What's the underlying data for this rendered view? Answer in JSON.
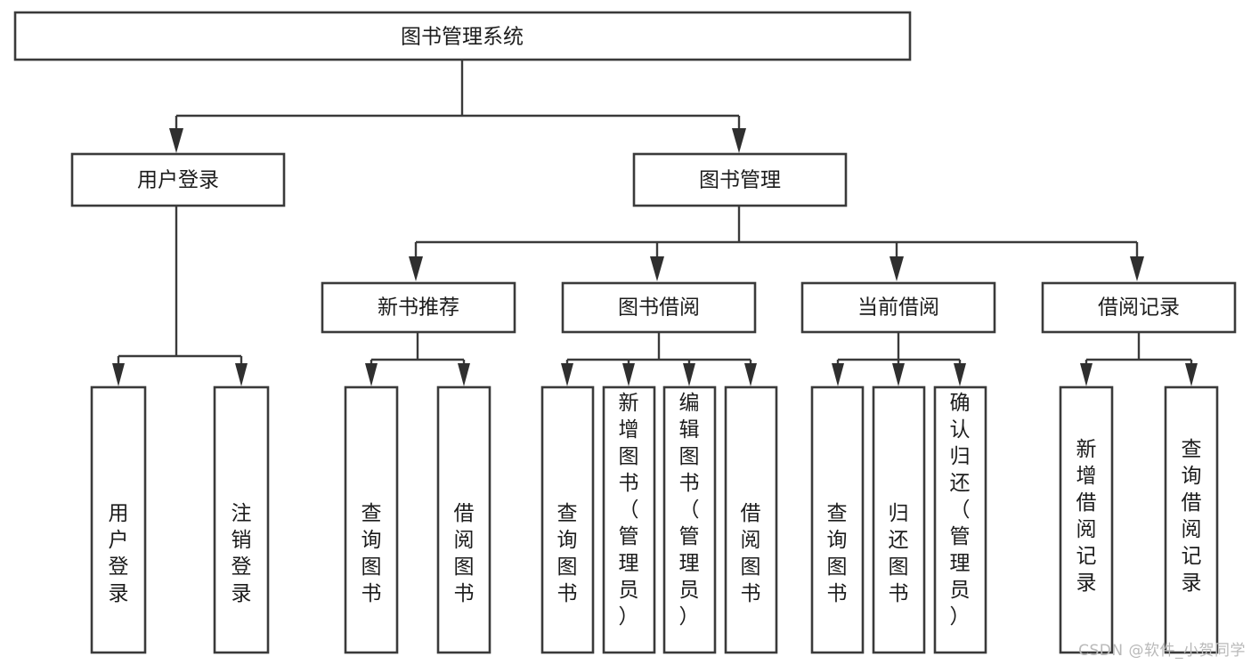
{
  "diagram": {
    "type": "tree-hierarchy",
    "title_node": {
      "label": "图书管理系统"
    },
    "level2": [
      {
        "id": "user-login",
        "label": "用户登录"
      },
      {
        "id": "book-management",
        "label": "图书管理"
      }
    ],
    "level3": [
      {
        "id": "new-book-recommend",
        "label": "新书推荐",
        "parent": "book-management"
      },
      {
        "id": "book-borrow",
        "label": "图书借阅",
        "parent": "book-management"
      },
      {
        "id": "current-borrow",
        "label": "当前借阅",
        "parent": "book-management"
      },
      {
        "id": "borrow-record",
        "label": "借阅记录",
        "parent": "book-management"
      }
    ],
    "leaves": [
      {
        "id": "leaf-user-login",
        "label": "用户登录",
        "parent": "user-login"
      },
      {
        "id": "leaf-logout-login",
        "label": "注销登录",
        "parent": "user-login"
      },
      {
        "id": "leaf-query-book-1",
        "label": "查询图书",
        "parent": "new-book-recommend"
      },
      {
        "id": "leaf-borrow-book-1",
        "label": "借阅图书",
        "parent": "new-book-recommend"
      },
      {
        "id": "leaf-query-book-2",
        "label": "查询图书",
        "parent": "book-borrow"
      },
      {
        "id": "leaf-add-book",
        "label": "新增图书（管理员）",
        "parent": "book-borrow"
      },
      {
        "id": "leaf-edit-book",
        "label": "编辑图书（管理员）",
        "parent": "book-borrow"
      },
      {
        "id": "leaf-borrow-book-2",
        "label": "借阅图书",
        "parent": "book-borrow"
      },
      {
        "id": "leaf-query-book-3",
        "label": "查询图书",
        "parent": "current-borrow"
      },
      {
        "id": "leaf-return-book",
        "label": "归还图书",
        "parent": "current-borrow"
      },
      {
        "id": "leaf-confirm-return",
        "label": "确认归还（管理员）",
        "parent": "current-borrow"
      },
      {
        "id": "leaf-add-record",
        "label": "新增借阅记录",
        "parent": "borrow-record"
      },
      {
        "id": "leaf-query-record",
        "label": "查询借阅记录",
        "parent": "borrow-record"
      }
    ],
    "colors": {
      "box_border": "#3a3a3a",
      "box_fill": "#ffffff",
      "connector": "#3a3a3a",
      "text": "#1c1c1c",
      "background": "#ffffff",
      "watermark": "#b9b9b9"
    }
  },
  "watermark": {
    "text": "CSDN @软件_小贺同学"
  }
}
